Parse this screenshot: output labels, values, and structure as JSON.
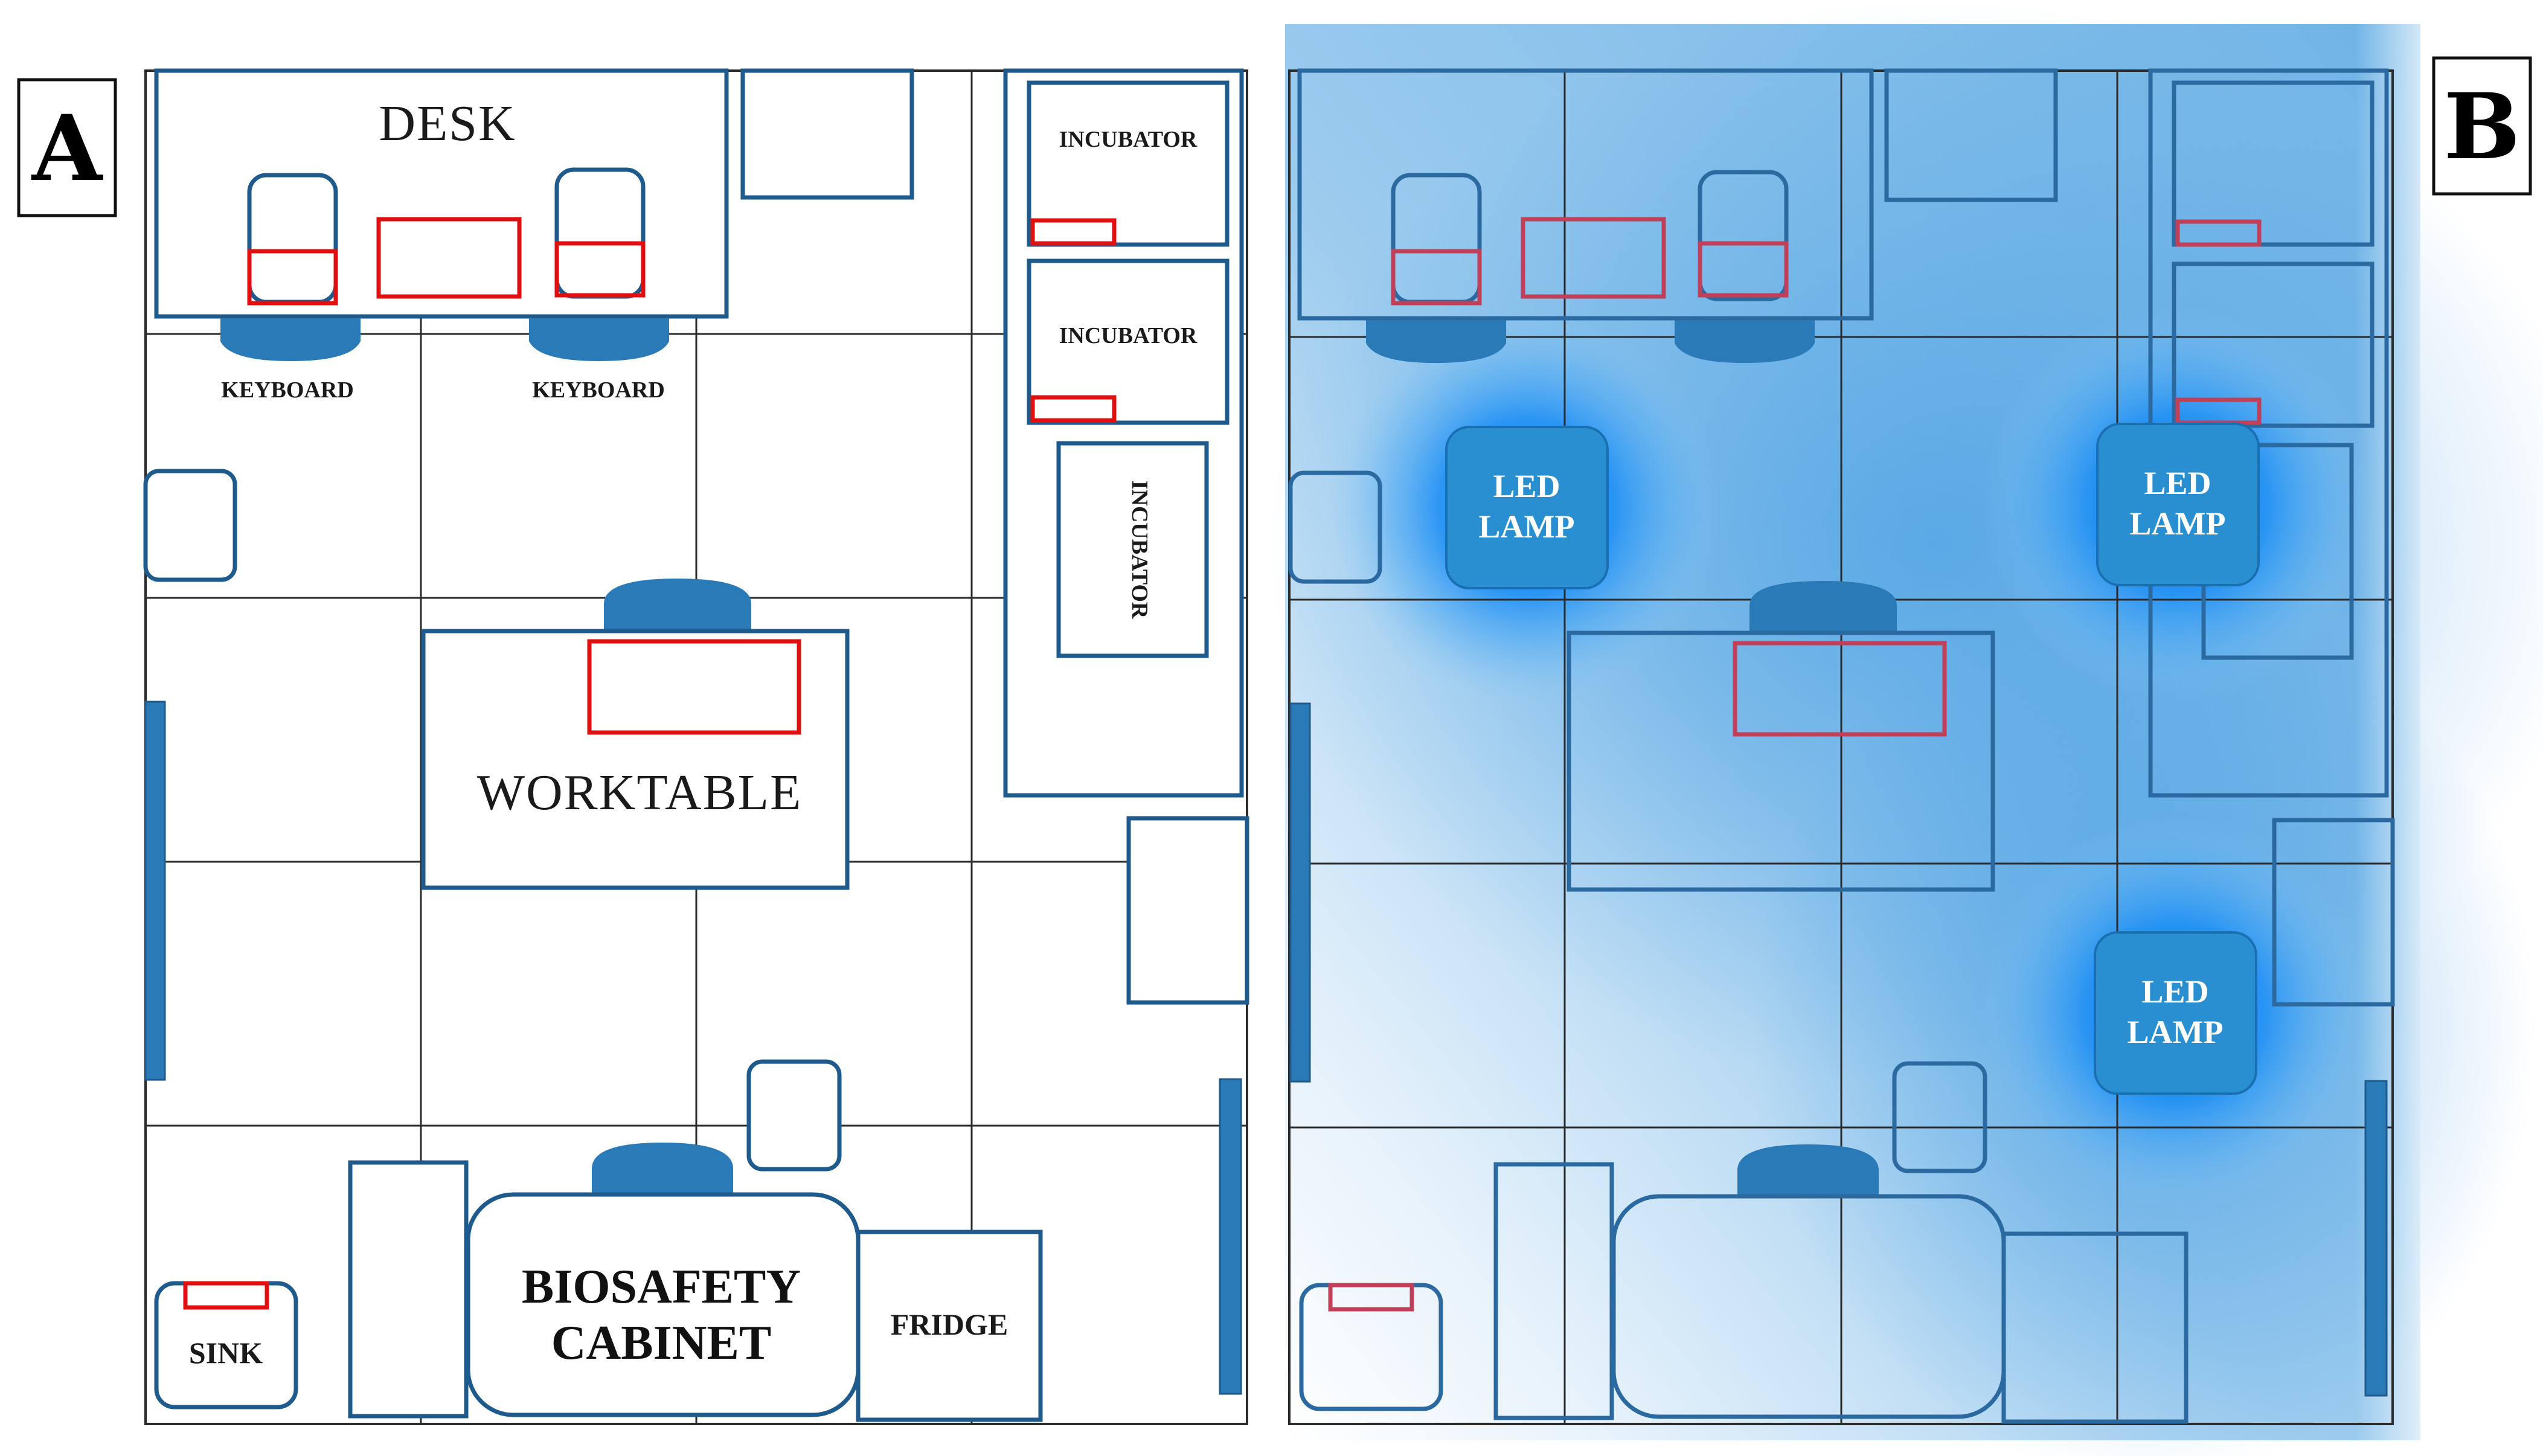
{
  "panels": {
    "a": {
      "letter": "A",
      "labels": {
        "desk": "DESK",
        "keyboard_1": "KEYBOARD",
        "keyboard_2": "KEYBOARD",
        "incubator_1": "INCUBATOR",
        "incubator_2": "INCUBATOR",
        "incubator_3": "INCUBATOR",
        "worktable": "WORKTABLE",
        "biosafety_line1": "BIOSAFETY",
        "biosafety_line2": "CABINET",
        "fridge": "FRIDGE",
        "sink": "SINK"
      }
    },
    "b": {
      "letter": "B",
      "lamps": [
        {
          "line1": "LED",
          "line2": "LAMP"
        },
        {
          "line1": "LED",
          "line2": "LAMP"
        },
        {
          "line1": "LED",
          "line2": "LAMP"
        }
      ]
    }
  },
  "colors": {
    "outline": "#1f5a8c",
    "furniture_fill": "#2a7ab8",
    "highlight_red": "#e01010",
    "light_glow": "#0a8cff",
    "lamp_fill": "#2a8fd0",
    "grid": "#2b2b2b"
  }
}
